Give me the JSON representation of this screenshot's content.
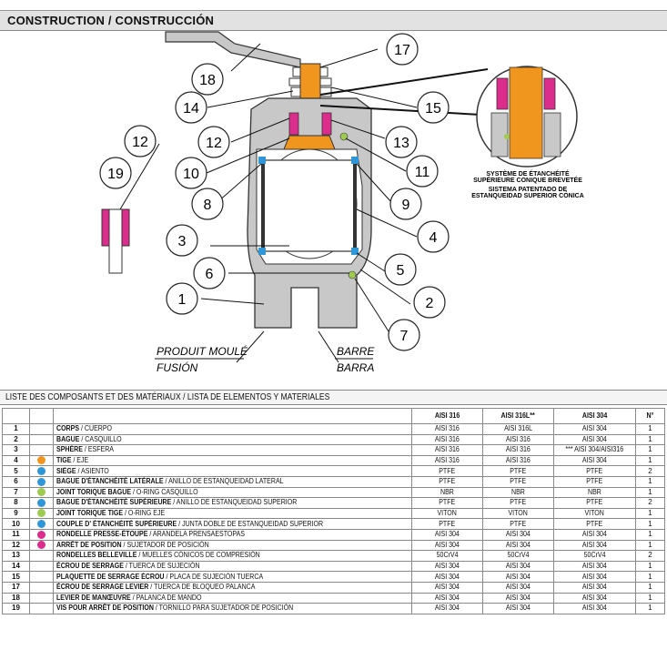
{
  "section_title": "CONSTRUCTION / CONSTRUCCIÓN",
  "callouts": [
    "17",
    "18",
    "14",
    "15",
    "12",
    "13",
    "12",
    "10",
    "11",
    "19",
    "8",
    "9",
    "3",
    "4",
    "6",
    "5",
    "2",
    "1",
    "7"
  ],
  "seal_note": {
    "line1": "SYSTÈME DE ÉTANCHÉITÉ",
    "line2": "SUPÉRIEURE CONIQUE BREVETÉE",
    "line3": "SISTEMA PATENTADO DE",
    "line4": "ESTANQUEIDAD SUPERIOR CÓNICA"
  },
  "label_left": {
    "line1": "PRODUIT MOULÉ",
    "line2": "FUSIÓN"
  },
  "label_right": {
    "line1": "BARRE",
    "line2": "BARRA"
  },
  "list_title": "LISTE DES COMPOSANTS ET DES MATÉRIAUX / LISTA DE  ELEMENTOS  Y MATERIALES",
  "columns": {
    "c1": "AISI 316",
    "c2": "AISI 316L**",
    "c3": "AISI 304",
    "qty": "N°"
  },
  "colors": {
    "orange": "#f0961e",
    "blue": "#2f97d8",
    "green": "#9dcc4e",
    "magenta": "#dc2d8c",
    "body_gray": "#c8c8c8"
  },
  "rows": [
    {
      "n": "1",
      "dot": "",
      "fr": "CORPS",
      "es": "CUERPO",
      "c1": "AISI 316",
      "c2": "AISI 316L",
      "c3": "AISI 304",
      "q": "1"
    },
    {
      "n": "2",
      "dot": "",
      "fr": "BAGUE",
      "es": "CASQUILLO",
      "c1": "AISI 316",
      "c2": "AISI 316",
      "c3": "AISI 304",
      "q": "1"
    },
    {
      "n": "3",
      "dot": "",
      "fr": "SPHÈRE",
      "es": "ESFERA",
      "c1": "AISI 316",
      "c2": "AISI 316",
      "c3": "*** AISI 304/AISI316",
      "q": "1"
    },
    {
      "n": "4",
      "dot": "orange",
      "fr": "TIGE",
      "es": "EJE",
      "c1": "AISI 316",
      "c2": "AISI 316",
      "c3": "AISI 304",
      "q": "1"
    },
    {
      "n": "5",
      "dot": "blue",
      "fr": "SIÈGE",
      "es": "ASIENTO",
      "c1": "PTFE",
      "c2": "PTFE",
      "c3": "PTFE",
      "q": "2"
    },
    {
      "n": "6",
      "dot": "blue",
      "fr": "BAGUE D'ÉTANCHÉITÉ LATÉRALE",
      "es": "ANILLO DE ESTANQUEIDAD LATERAL",
      "c1": "PTFE",
      "c2": "PTFE",
      "c3": "PTFE",
      "q": "1"
    },
    {
      "n": "7",
      "dot": "green",
      "fr": "JOINT TORIQUE BAGUE",
      "es": "O-RING CASQUILLO",
      "c1": "NBR",
      "c2": "NBR",
      "c3": "NBR",
      "q": "1"
    },
    {
      "n": "8",
      "dot": "blue",
      "fr": "BAGUE D'ÉTANCHÉITÉ SUPÉRIEURE",
      "es": "ANILLO DE ESTANQUEIDAD SUPERIOR",
      "c1": "PTFE",
      "c2": "PTFE",
      "c3": "PTFE",
      "q": "2"
    },
    {
      "n": "9",
      "dot": "green",
      "fr": "JOINT TORIQUE TIGE",
      "es": "O-RING EJE",
      "c1": "VITON",
      "c2": "VITON",
      "c3": "VITON",
      "q": "1"
    },
    {
      "n": "10",
      "dot": "blue",
      "fr": "COUPLE D' ÉTANCHÉITÉ SUPÉRIEURE",
      "es": "JUNTA DOBLE  DE ESTANQUEIDAD SUPERIOR",
      "c1": "PTFE",
      "c2": "PTFE",
      "c3": "PTFE",
      "q": "1"
    },
    {
      "n": "11",
      "dot": "magenta",
      "fr": "RONDELLE PRESSE-ÉTOUPE",
      "es": "ARANDELA PRENSAESTOPAS",
      "c1": "AISI 304",
      "c2": "AISI 304",
      "c3": "AISI 304",
      "q": "1"
    },
    {
      "n": "12",
      "dot": "magenta",
      "fr": "ARRÊT DE POSITION",
      "es": "SUJETADOR DE POSICIÓN",
      "c1": "AISI 304",
      "c2": "AISI 304",
      "c3": "AISI 304",
      "q": "1"
    },
    {
      "n": "13",
      "dot": "",
      "fr": "RONDELLES BELLEVILLE",
      "es": "MUELLES CÓNICOS DE COMPRESIÓN",
      "c1": "50CrV4",
      "c2": "50CrV4",
      "c3": "50CrV4",
      "q": "2"
    },
    {
      "n": "14",
      "dot": "",
      "fr": "ÉCROU DE SERRAGE",
      "es": "TUERCA DE SUJECIÓN",
      "c1": "AISI 304",
      "c2": "AISI 304",
      "c3": "AISI 304",
      "q": "1"
    },
    {
      "n": "15",
      "dot": "",
      "fr": "PLAQUETTE DE SERRAGE ÉCROU",
      "es": "PLACA DE SUJECIÓN TUERCA",
      "c1": "AISI 304",
      "c2": "AISI 304",
      "c3": "AISI 304",
      "q": "1"
    },
    {
      "n": "17",
      "dot": "",
      "fr": "ÉCROU DE SERRAGE LEVIER",
      "es": "TUERCA DE BLOQUEO PALANCA",
      "c1": "AISI 304",
      "c2": "AISI 304",
      "c3": "AISI 304",
      "q": "1"
    },
    {
      "n": "18",
      "dot": "",
      "fr": "LEVIER DE MANŒUVRE",
      "es": "PALANCA DE MANDO",
      "c1": "AISI 304",
      "c2": "AISI 304",
      "c3": "AISI 304",
      "q": "1"
    },
    {
      "n": "19",
      "dot": "",
      "fr": "VIS POUR ARRÊT DE POSITION",
      "es": "TORNILLO PARA SUJETADOR DE POSICIÓN",
      "c1": "AISI 304",
      "c2": "AISI 304",
      "c3": "AISI 304",
      "q": "1"
    }
  ]
}
